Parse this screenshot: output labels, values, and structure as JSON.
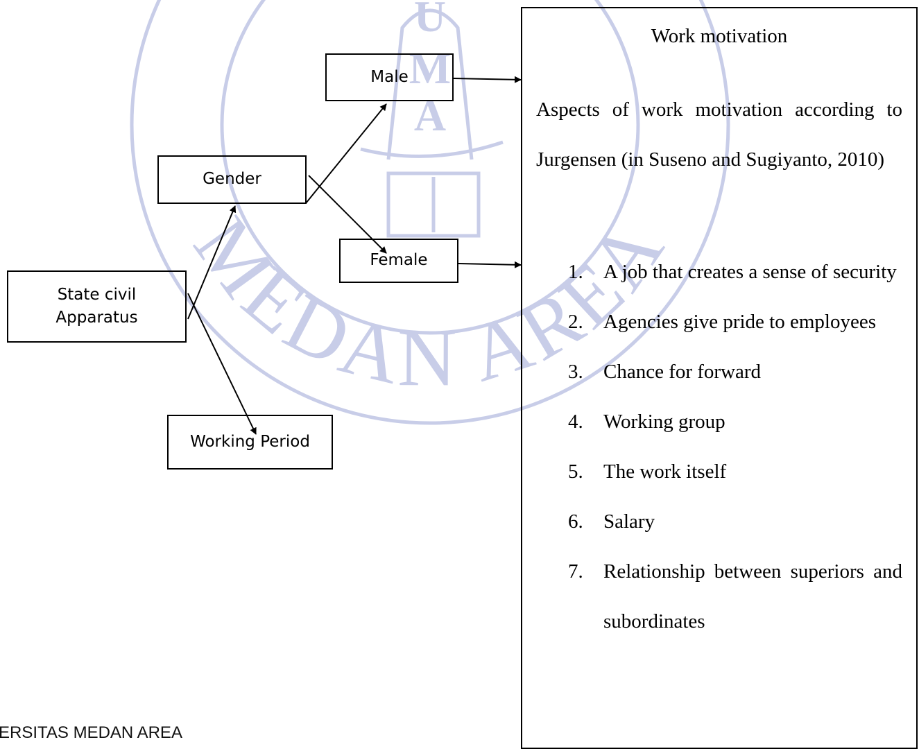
{
  "watermark": {
    "letters": [
      "U",
      "M",
      "A"
    ],
    "arc_text": "MEDAN AREA",
    "color": "#c8cde8"
  },
  "diagram": {
    "state_civil_apparatus": "State civil\nApparatus",
    "gender": "Gender",
    "male": "Male",
    "female": "Female",
    "working_period": "Working Period"
  },
  "motivation": {
    "title": "Work motivation",
    "intro": "Aspects of work motivation according to Jurgensen (in Suseno and Sugiyanto, 2010)",
    "aspects": [
      {
        "num": "1.",
        "text": "A job that creates a sense of security"
      },
      {
        "num": "2.",
        "text": "Agencies give pride to employees"
      },
      {
        "num": "3.",
        "text": "Chance for forward"
      },
      {
        "num": "4.",
        "text": "Working group"
      },
      {
        "num": "5.",
        "text": "The work itself"
      },
      {
        "num": "6.",
        "text": "Salary"
      },
      {
        "num": "7.",
        "text": "Relationship between superiors and subordinates"
      }
    ]
  },
  "footer": {
    "text": "ERSITAS MEDAN AREA"
  }
}
